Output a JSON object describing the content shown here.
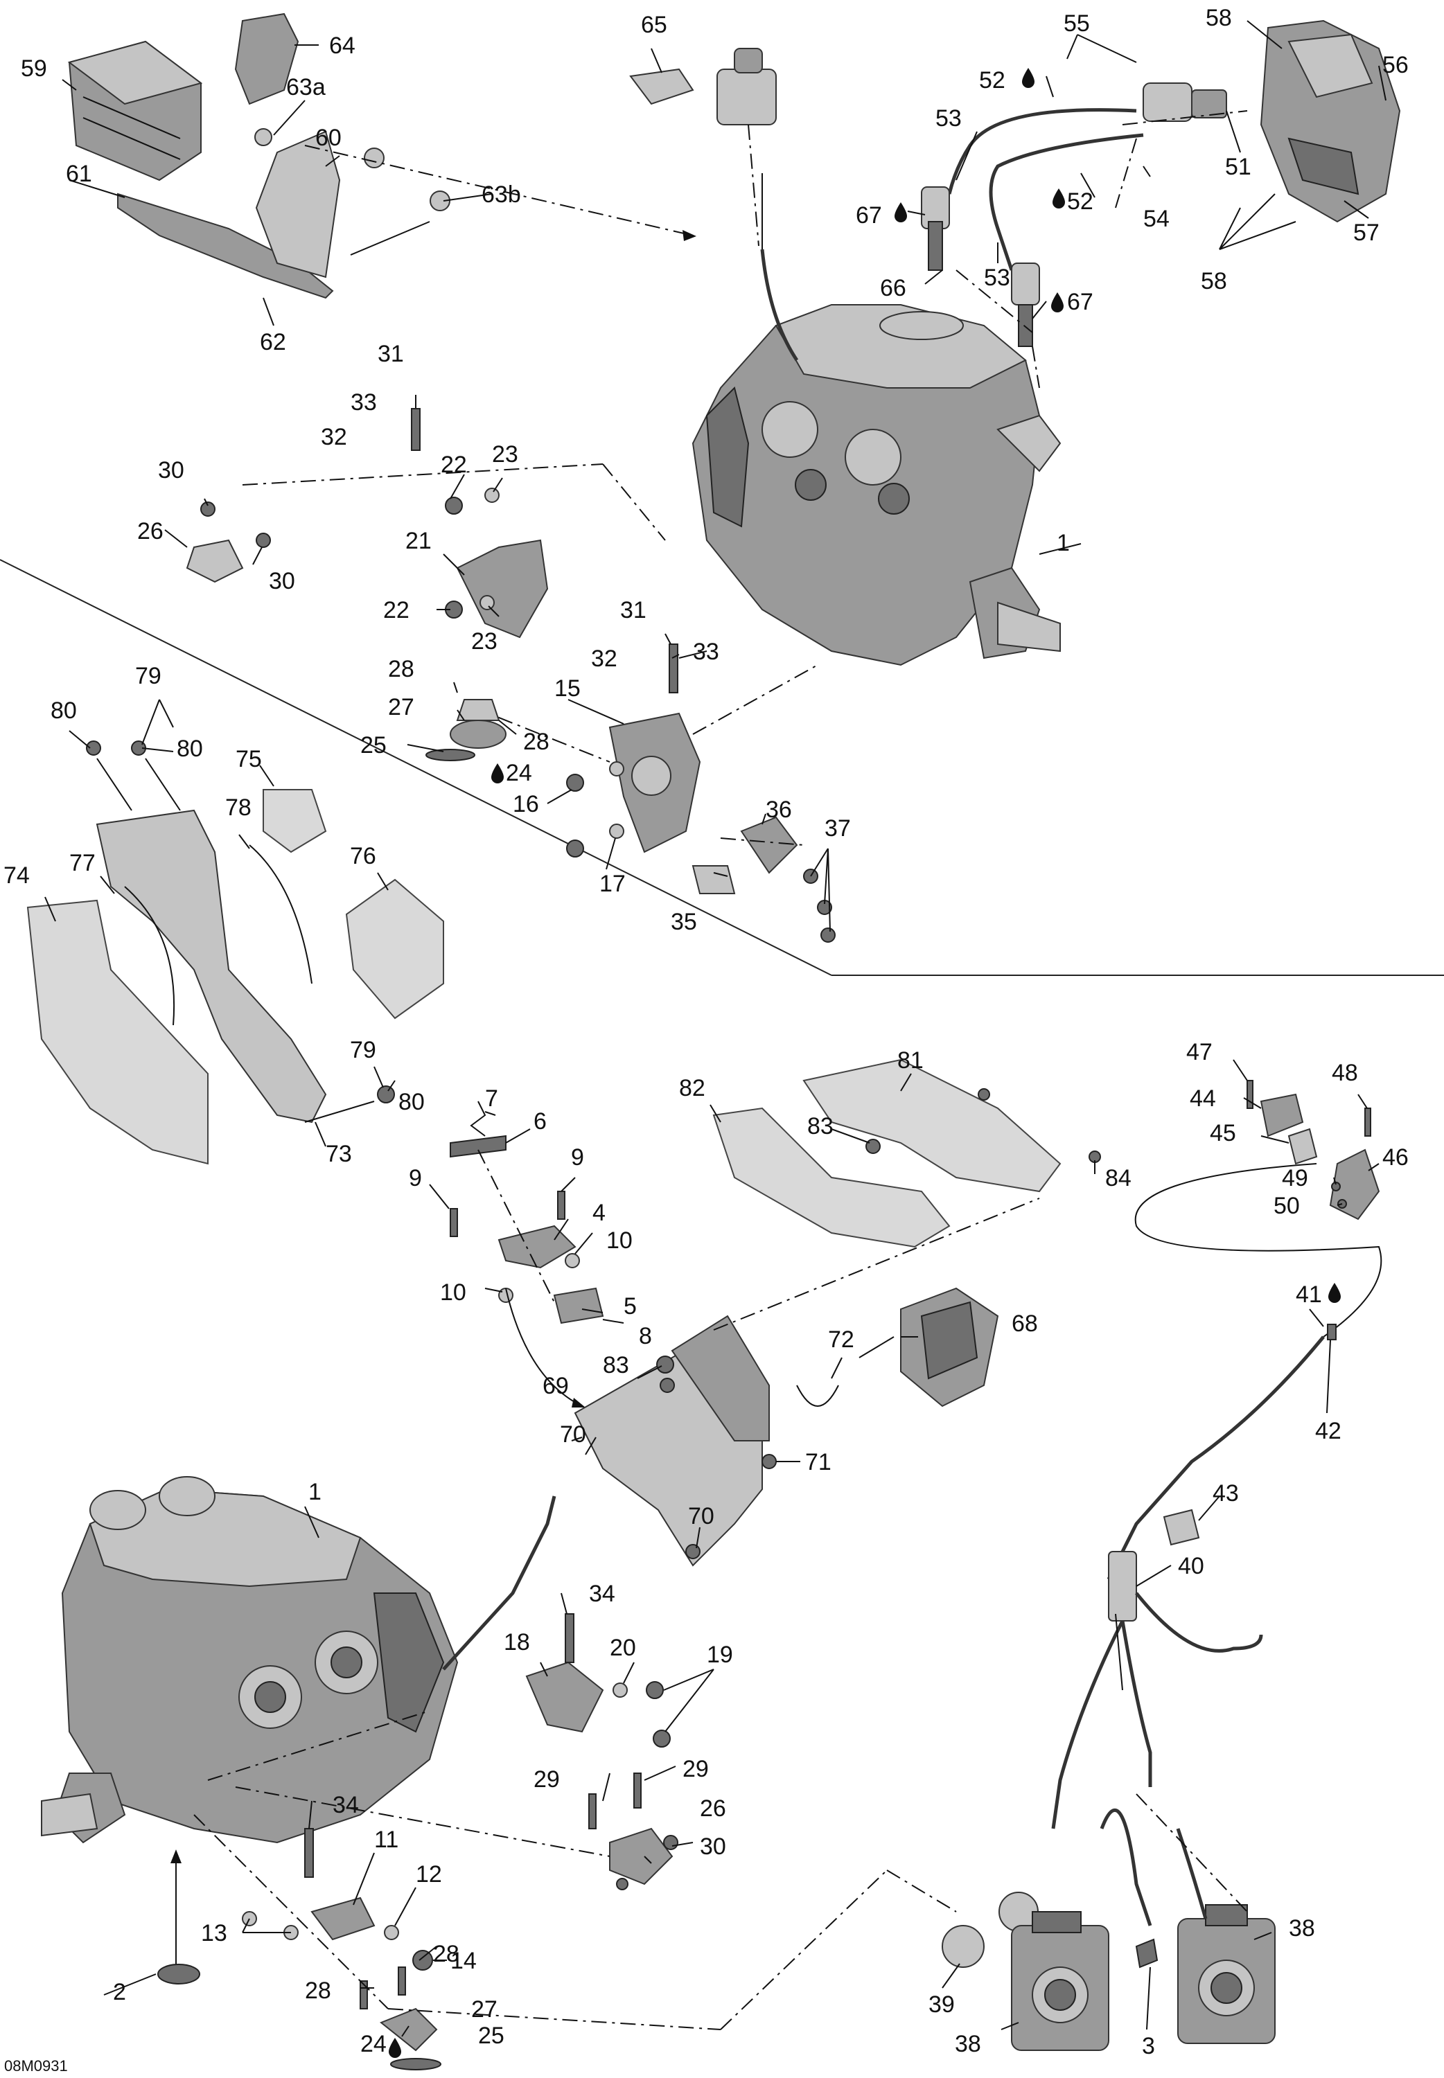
{
  "diagram_code": "08M0931",
  "labels": {
    "l1a": "1",
    "l1b": "1",
    "l2": "2",
    "l3": "3",
    "l4": "4",
    "l5": "5",
    "l6": "6",
    "l7": "7",
    "l8": "8",
    "l9a": "9",
    "l9b": "9",
    "l10a": "10",
    "l10b": "10",
    "l11": "11",
    "l12": "12",
    "l13": "13",
    "l14": "14",
    "l15": "15",
    "l16": "16",
    "l17": "17",
    "l18": "18",
    "l19": "19",
    "l20": "20",
    "l21": "21",
    "l22a": "22",
    "l22b": "22",
    "l23a": "23",
    "l23b": "23",
    "l24a": "24",
    "l24b": "24",
    "l25a": "25",
    "l25b": "25",
    "l26a": "26",
    "l26b": "26",
    "l27a": "27",
    "l27b": "27",
    "l28a": "28",
    "l28b": "28",
    "l28c": "28",
    "l28d": "28",
    "l29a": "29",
    "l29b": "29",
    "l30a": "30",
    "l30b": "30",
    "l30c": "30",
    "l31a": "31",
    "l31b": "31",
    "l32a": "32",
    "l32b": "32",
    "l33a": "33",
    "l33b": "33",
    "l34a": "34",
    "l34b": "34",
    "l35": "35",
    "l36": "36",
    "l37": "37",
    "l38a": "38",
    "l38b": "38",
    "l39": "39",
    "l40": "40",
    "l41": "41",
    "l42": "42",
    "l43": "43",
    "l44": "44",
    "l45": "45",
    "l46": "46",
    "l47": "47",
    "l48": "48",
    "l49": "49",
    "l50": "50",
    "l51": "51",
    "l52a": "52",
    "l52b": "52",
    "l53a": "53",
    "l53b": "53",
    "l54": "54",
    "l55": "55",
    "l56": "56",
    "l57": "57",
    "l58a": "58",
    "l58b": "58",
    "l59": "59",
    "l60": "60",
    "l61": "61",
    "l62": "62",
    "l63a": "63a",
    "l63b": "63b",
    "l64": "64",
    "l65": "65",
    "l66": "66",
    "l67a": "67",
    "l67b": "67",
    "l68": "68",
    "l69": "69",
    "l70a": "70",
    "l70b": "70",
    "l71": "71",
    "l72": "72",
    "l73": "73",
    "l74": "74",
    "l75": "75",
    "l76": "76",
    "l77": "77",
    "l78": "78",
    "l79a": "79",
    "l79b": "79",
    "l80a": "80",
    "l80b": "80",
    "l80c": "80",
    "l81": "81",
    "l82": "82",
    "l83a": "83",
    "l83b": "83",
    "l84": "84"
  },
  "icon": "liquid-drop-icon"
}
